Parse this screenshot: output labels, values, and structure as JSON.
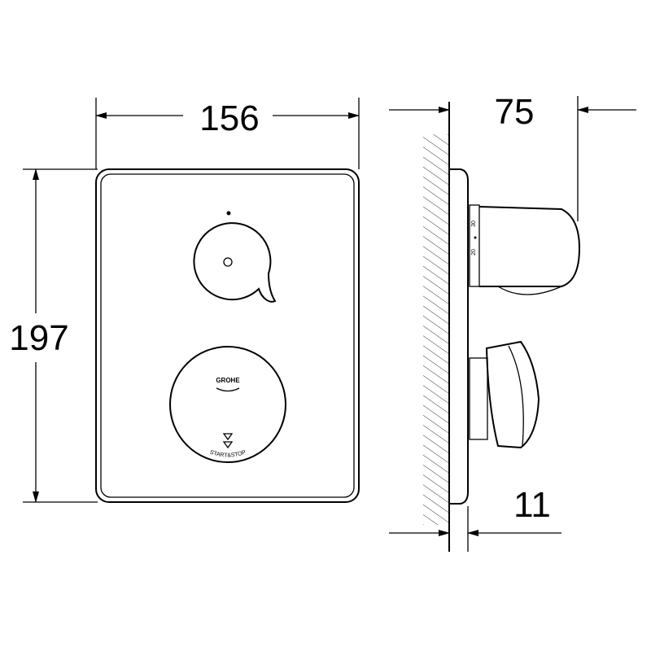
{
  "dimensions": {
    "width": "156",
    "height": "197",
    "depth": "75",
    "offset": "11"
  },
  "labels": {
    "brand": "GROHE",
    "button": "START&STOP",
    "scale_low": "20",
    "scale_high": "30"
  }
}
